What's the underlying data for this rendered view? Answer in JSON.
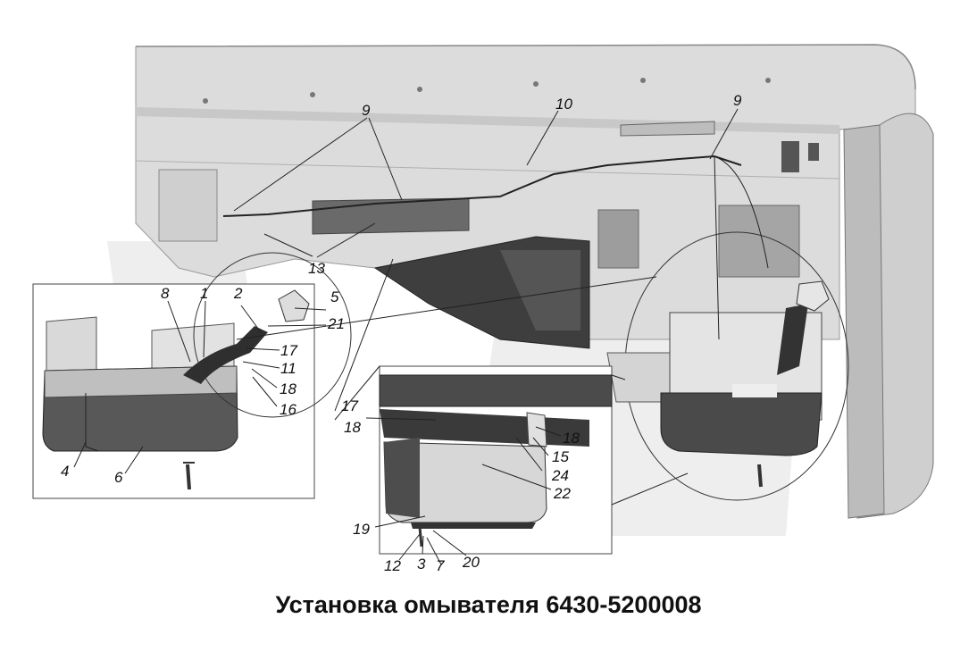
{
  "caption": "Установка омывателя 6430-5200008",
  "callouts": [
    "9",
    "10",
    "9",
    "13",
    "8",
    "1",
    "2",
    "5",
    "21",
    "17",
    "11",
    "18",
    "16",
    "4",
    "6",
    "17",
    "18",
    "18",
    "15",
    "24",
    "22",
    "19",
    "12",
    "3",
    "7",
    "20"
  ],
  "colors": {
    "cab": "#dedede",
    "cab_shadow": "#b9b9b9",
    "dark_part": "#3c3c3c",
    "tank": "#5a5a5a",
    "line": "#222222"
  }
}
